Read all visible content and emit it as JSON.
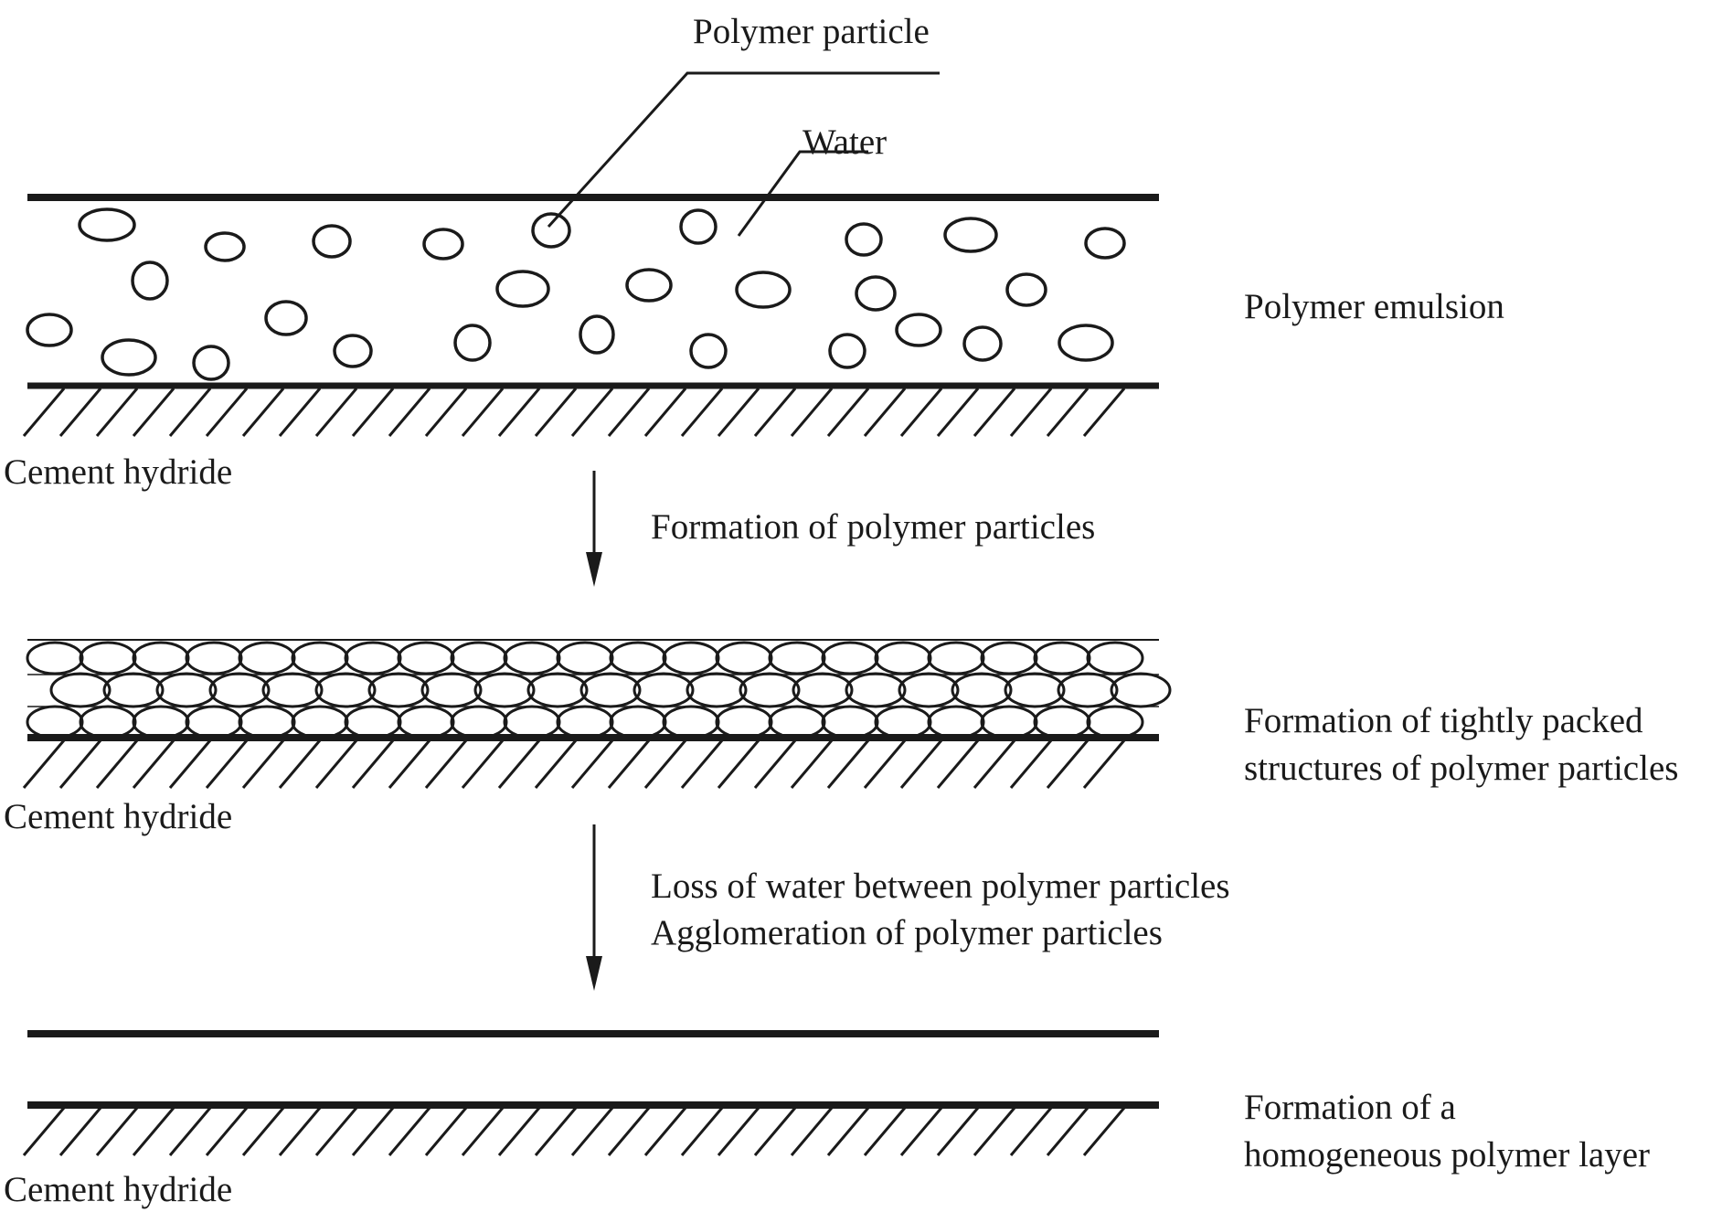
{
  "labels": {
    "polymer_particle": "Polymer particle",
    "water": "Water",
    "stage1_title": "Polymer emulsion",
    "stage2_title_line1": "Formation of tightly packed",
    "stage2_title_line2": "structures of polymer particles",
    "stage3_title_line1": "Formation of a",
    "stage3_title_line2": "homogeneous polymer layer",
    "substrate": "Cement hydride",
    "step1": "Formation of polymer particles",
    "step2_line1": "Loss of water between polymer particles",
    "step2_line2": "Agglomeration of polymer particles"
  },
  "colors": {
    "ink": "#1a1a1a",
    "background": "#ffffff"
  }
}
